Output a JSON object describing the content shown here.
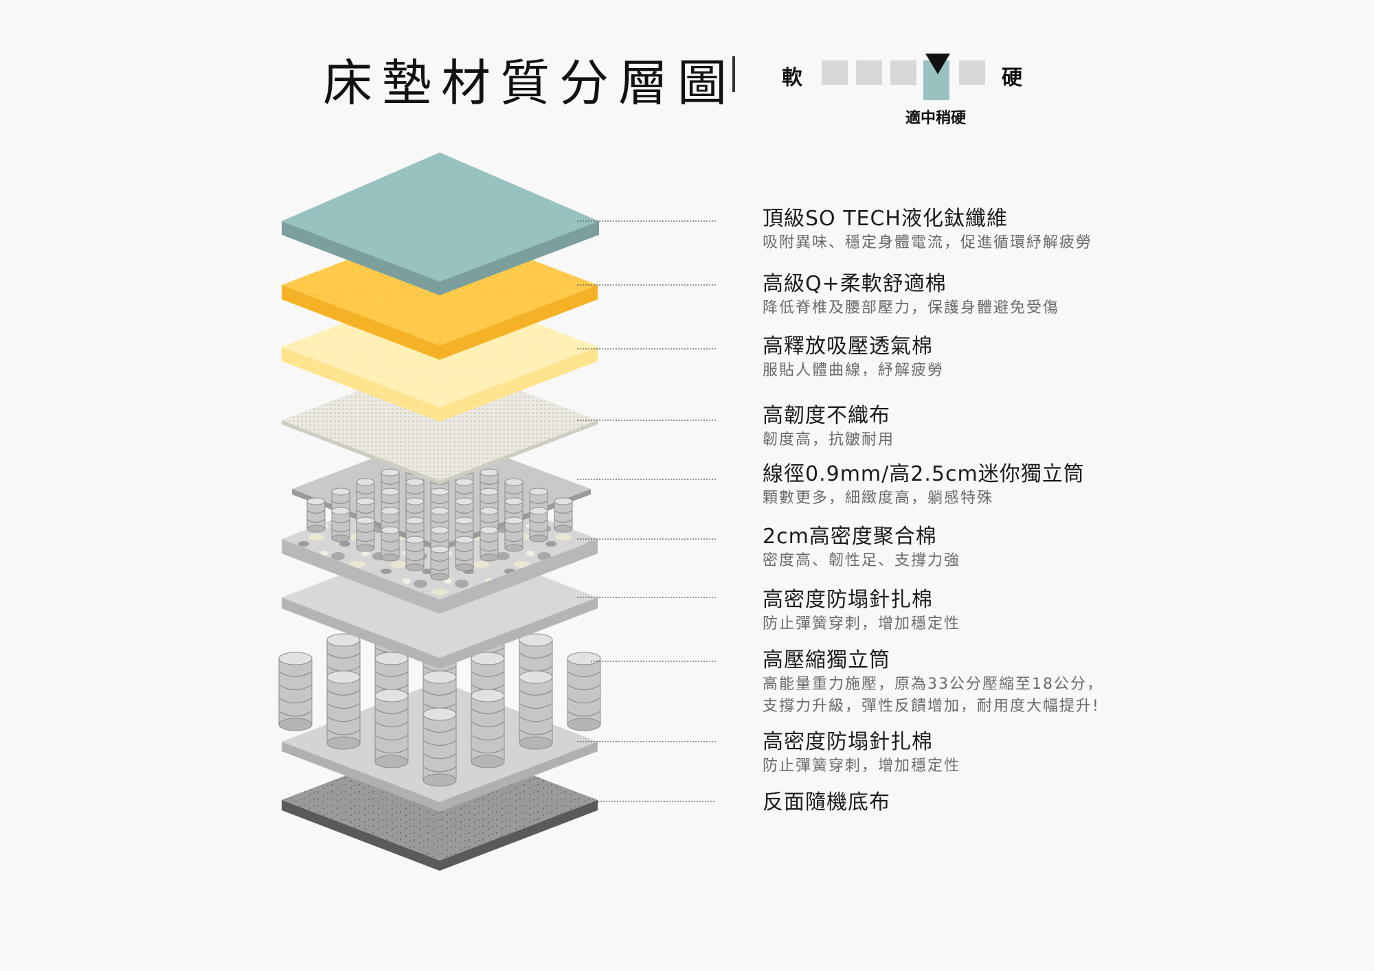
{
  "header": {
    "title": "床墊材質分層圖",
    "firmness": {
      "soft_label": "軟",
      "hard_label": "硬",
      "levels": 5,
      "selected_level": 4,
      "selected_caption": "適中稍硬",
      "active_color": "#97c2c0",
      "inactive_color": "#d8d8d8"
    }
  },
  "layers": [
    {
      "title": "頂級SO TECH液化鈦纖維",
      "desc": [
        "吸附異味、穩定身體電流，促進循環紓解疲勞"
      ]
    },
    {
      "title": "高級Q+柔軟舒適棉",
      "desc": [
        "降低脊椎及腰部壓力，保護身體避免受傷"
      ]
    },
    {
      "title": "高釋放吸壓透氣棉",
      "desc": [
        "服貼人體曲線，紓解疲勞"
      ]
    },
    {
      "title": "高韌度不織布",
      "desc": [
        "韌度高，抗皺耐用"
      ]
    },
    {
      "title": "線徑0.9mm/高2.5cm迷你獨立筒",
      "desc": [
        "顆數更多，細緻度高，躺感特殊"
      ]
    },
    {
      "title": "2cm高密度聚合棉",
      "desc": [
        "密度高、韌性足、支撐力強"
      ]
    },
    {
      "title": "高密度防塌針扎棉",
      "desc": [
        "防止彈簧穿刺，增加穩定性"
      ]
    },
    {
      "title": "高壓縮獨立筒",
      "desc": [
        "高能量重力施壓，原為33公分壓縮至18公分，",
        "支撐力升級，彈性反饋增加，耐用度大幅提升!"
      ]
    },
    {
      "title": "高密度防塌針扎棉",
      "desc": [
        "防止彈簧穿刺，增加穩定性"
      ]
    },
    {
      "title": "反面隨機底布",
      "desc": []
    }
  ],
  "colors": {
    "teal": "#97c2c0",
    "orange_foam": "#ffc94a",
    "pale_yellow": "#fff1b5",
    "nonwoven": "#e8e6de",
    "grey_pad": "#cfcfcf",
    "spring": "#bdbdbd",
    "bottom_fabric": "#8a8a8a"
  }
}
